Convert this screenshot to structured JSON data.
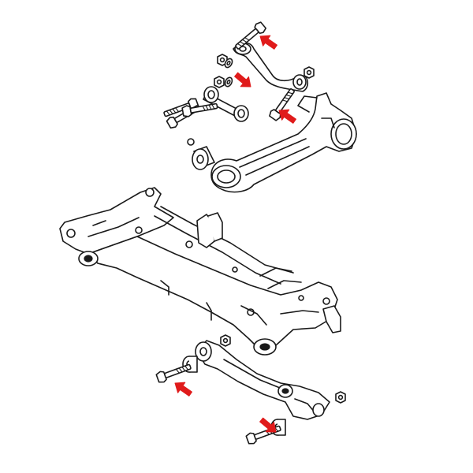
{
  "diagram": {
    "type": "exploded-parts-drawing",
    "line_color": "#1a1a1a",
    "background_color": "#ffffff",
    "marker_color": "#e01b1b",
    "parts": [
      "upper-control-arm",
      "toe-link",
      "trailing-arm-with-knuckle",
      "rear-subframe",
      "lower-control-arm",
      "mounting-bolts",
      "bushings",
      "nuts"
    ],
    "marker_count": 5,
    "marker_icon": "red-arrow-icon"
  }
}
